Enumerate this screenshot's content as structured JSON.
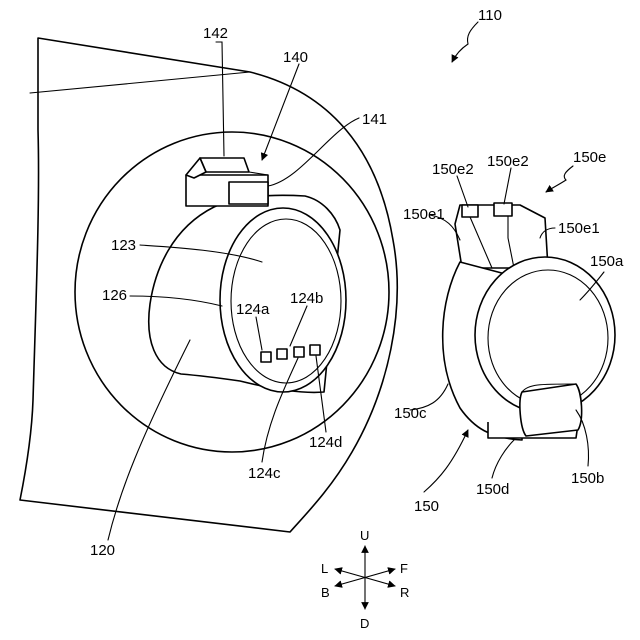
{
  "labels": {
    "n110": "110",
    "n142": "142",
    "n140": "140",
    "n141": "141",
    "n123": "123",
    "n126": "126",
    "n124a": "124a",
    "n124b": "124b",
    "n124c": "124c",
    "n124d": "124d",
    "n120": "120",
    "n150e": "150e",
    "n150e2_left": "150e2",
    "n150e2_right": "150e2",
    "n150e1_left": "150e1",
    "n150e1_right": "150e1",
    "n150a": "150a",
    "n150c": "150c",
    "n150b": "150b",
    "n150d": "150d",
    "n150": "150"
  },
  "directions": {
    "up": "U",
    "down": "D",
    "left": "L",
    "back": "B",
    "front": "F",
    "right": "R"
  }
}
